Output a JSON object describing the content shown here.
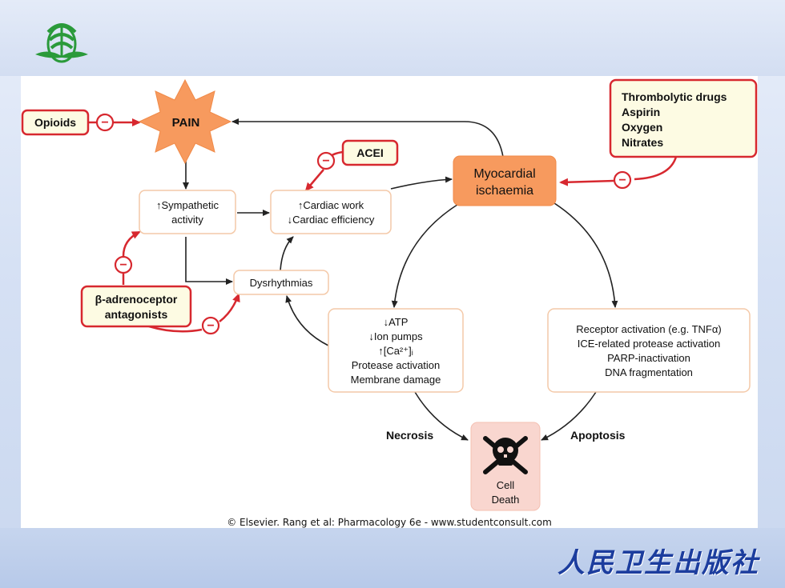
{
  "diagram": {
    "pain": "PAIN",
    "opioids": "Opioids",
    "thrombolytic": [
      "Thrombolytic drugs",
      "Aspirin",
      "Oxygen",
      "Nitrates"
    ],
    "acei": "ACEI",
    "myocardial": [
      "Myocardial",
      "ischaemia"
    ],
    "sympathetic": [
      "↑Sympathetic",
      "activity"
    ],
    "cardiac": [
      "↑Cardiac work",
      "↓Cardiac efficiency"
    ],
    "dysrhythmias": "Dysrhythmias",
    "beta": [
      "β-adrenoceptor",
      "antagonists"
    ],
    "necrosis_box": [
      "↓ATP",
      "↓Ion pumps",
      "↑[Ca²⁺]ᵢ",
      "Protease activation",
      "Membrane damage"
    ],
    "apoptosis_box": [
      "Receptor activation (e.g. TNFα)",
      "ICE-related protease activation",
      "PARP-inactivation",
      "DNA fragmentation"
    ],
    "necrosis_label": "Necrosis",
    "apoptosis_label": "Apoptosis",
    "cell_death": [
      "Cell",
      "Death"
    ],
    "inhibit_symbol": "−"
  },
  "copyright": "© Elsevier. Rang et al: Pharmacology 6e - www.studentconsult.com",
  "publisher": "人民卫生出版社",
  "colors": {
    "red": "#d7282f",
    "orange": "#f79a5e",
    "box_border": "#f4c9a8",
    "death_fill": "#f9d6cf",
    "note_fill": "#fdfbe3"
  }
}
